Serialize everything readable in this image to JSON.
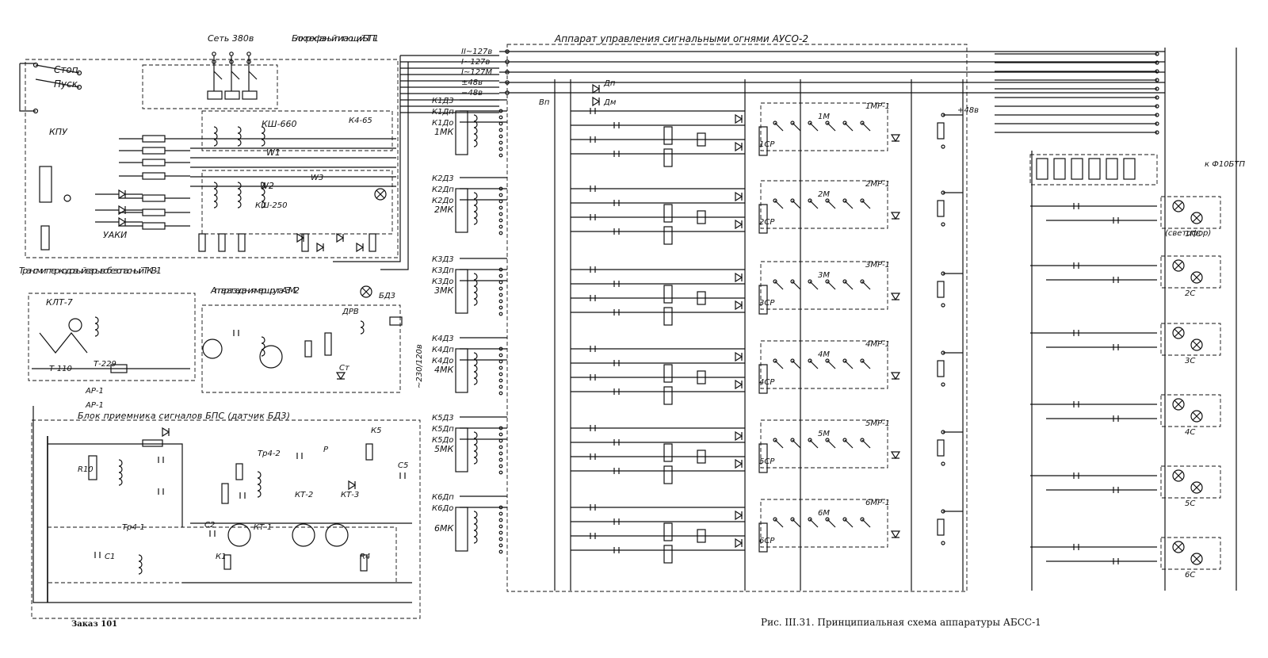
{
  "caption": "Рис. III.31. Принципиальная схема аппаратуры АБСС-1",
  "order_note": "Заказ 101",
  "colors": {
    "ink": "#111111",
    "paper": "#ffffff"
  },
  "left_blocks": {
    "network": "Сеть 380в",
    "power_block": "Блок трехфазный питающий БТП-1",
    "stop": "Стоп",
    "start": "Пуск",
    "kpu": "КПУ",
    "transmitter": "Трансмиттер кодовый взрывобезопасный ТКВ-1",
    "klt": "КЛТ-7",
    "t110": "Т-110",
    "t229": "Т-229",
    "route_apparatus": "Аппарат задания маршрута АЗМ-2",
    "receiver_block": "Блок приемника сигналов БПС (датчик БД3)",
    "ar1a": "АР-1",
    "ar1b": "АР-1",
    "ksh660": "КШ-660",
    "ksh250": "КШ-250",
    "k465": "К4-65",
    "w1": "W1",
    "w2": "W2",
    "w3": "W3",
    "yaki": "УАКИ",
    "kt1": "КТ-1",
    "kt2": "КТ-2",
    "kt3": "КТ-3",
    "tr4_1": "Тр4-1",
    "tr4_2": "Тр4-2",
    "drv": "ДРВ",
    "bd3": "БД3",
    "v230": "~230/120в",
    "c1": "С1",
    "c2": "С2",
    "c5": "С5",
    "k1": "К1",
    "k5": "К5",
    "r4": "R4",
    "r10": "R10",
    "ct": "Ст",
    "p": "Р"
  },
  "top_title": "Аппарат управления сигнальными огнями АУСО-2",
  "supply_lines": [
    "II~127в",
    "I~127в",
    "I~127М",
    "±48в",
    "−48в"
  ],
  "diodes": [
    "Дп",
    "Дм"
  ],
  "vp": "Вп",
  "plus48": "+48в",
  "rows": [
    {
      "ch": "1МК",
      "mr": "1МР-1",
      "m": "1М",
      "sr": "1СР",
      "k": [
        "К1Д3",
        "К1Дп",
        "К1До"
      ]
    },
    {
      "ch": "2МК",
      "mr": "2МР-1",
      "m": "2М",
      "sr": "2СР",
      "k": [
        "К2Д3",
        "К2Дп",
        "К2До"
      ]
    },
    {
      "ch": "3МК",
      "mr": "3МР-1",
      "m": "3М",
      "sr": "3СР",
      "k": [
        "К3Д3",
        "К3Дп",
        "К3До"
      ]
    },
    {
      "ch": "4МК",
      "mr": "4МР-1",
      "m": "4М",
      "sr": "4СР",
      "k": [
        "К4Д3",
        "К4Дп",
        "К4До"
      ]
    },
    {
      "ch": "5МК",
      "mr": "5МР-1",
      "m": "5М",
      "sr": "5СР",
      "k": [
        "К5Д3",
        "К5Дп",
        "К5До"
      ]
    },
    {
      "ch": "6МК",
      "mr": "6МР-1",
      "m": "6М",
      "sr": "6СР",
      "k": [
        "К6Дп",
        "К6До"
      ]
    }
  ],
  "right_block": {
    "k4": "к Ф10БТП",
    "svetofor": "(светофор)",
    "lamps": [
      "1ПС",
      "2С",
      "3С",
      "4С",
      "5С",
      "6С"
    ]
  }
}
